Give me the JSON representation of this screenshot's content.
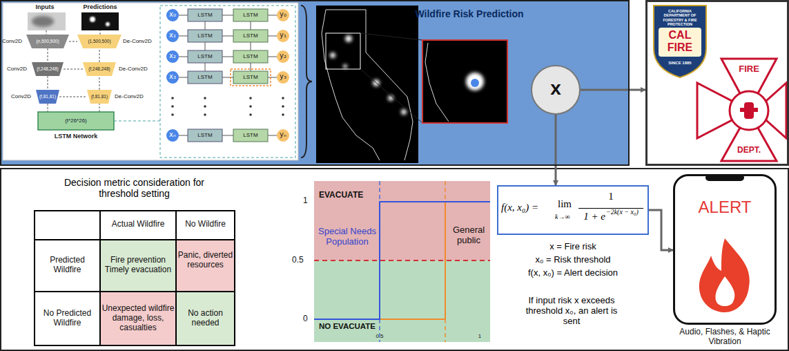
{
  "diagram": {
    "nodes": [
      {
        "text": [
          "Wildfire Risk Prediction"
        ]
      },
      {
        "text": [
          "x"
        ],
        "in": 0
      },
      {
        "text": [
          "CALIFORNIA DEPARTMENT OF FORESTRY & FIRE PROTECTION",
          "CAL FIRE",
          "SINCE 1885",
          "FIRE",
          "DEPT."
        ]
      },
      {
        "text": [
          "f(x, x₀) =",
          "lim",
          "k→∞",
          "1",
          "1 + e",
          "−2k(x − x₀)"
        ]
      },
      {
        "text": [
          "ALERT"
        ]
      }
    ],
    "edges": [
      {
        "from": 1,
        "to": 2,
        "arrow": "to"
      },
      {
        "from": 1,
        "to": 3,
        "arrow": "to"
      },
      {
        "from": 3,
        "to": 4,
        "arrow": "to"
      }
    ],
    "labels": [
      "Inputs",
      "Predictions",
      "Conv2D",
      "Conv2D",
      "Conv2D",
      "De-Conv2D",
      "De-Conv2D",
      "De-Conv2D",
      "(n,500,500)",
      "(1,500,500)",
      "(f,248,248)",
      "(f,248,248)",
      "(f,81,81)",
      "(f,81,81)",
      "(t*26*26)",
      "LSTM Network",
      "x₀",
      "x₁",
      "x₂",
      "x₃",
      "xₙ",
      "LSTM",
      "LSTM",
      "LSTM",
      "LSTM",
      "LSTM",
      "LSTM",
      "LSTM",
      "LSTM",
      "LSTM",
      "LSTM",
      "y₀",
      "y₁",
      "y₂",
      "y₃",
      "yₙ",
      "Decision metric consideration for threshold setting",
      "Actual Wildfire",
      "No Wildfire",
      "Predicted Wildfire",
      "Fire prevention Timely evacuation",
      "Panic, diverted resources",
      "No Predicted Wildfire",
      "Unexpected wildfire damage, loss, casualties",
      "No action needed",
      "1",
      "0.5",
      "0",
      "EVACUATE",
      "NO EVACUATE",
      "Special Needs Population",
      "General public",
      "0.5",
      "1",
      "x = Fire risk",
      "x₀ = Risk threshold",
      "f(x, x₀) = Alert decision",
      "If input risk x exceeds threshold x₀, an alert is sent",
      "Audio, Flashes, & Haptic Vibration"
    ]
  }
}
